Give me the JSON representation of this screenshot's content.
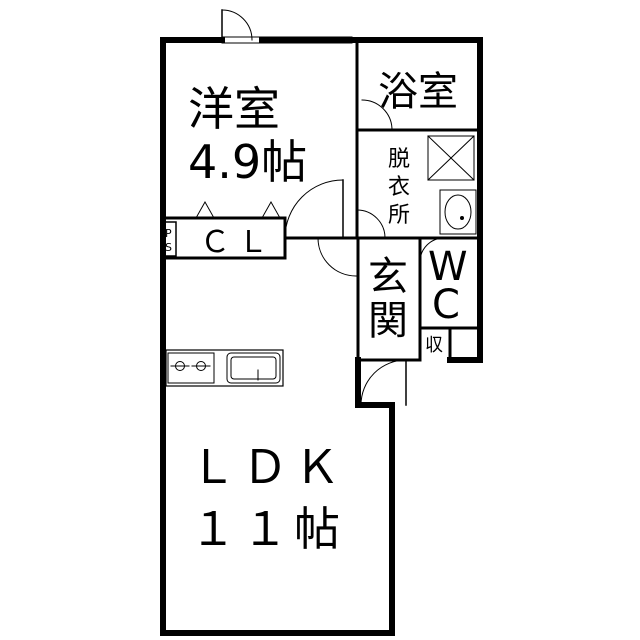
{
  "rooms": {
    "western_room": {
      "name": "洋室",
      "size": "4.9帖"
    },
    "bath": {
      "name": "浴室"
    },
    "dressing": {
      "line1": "脱",
      "line2": "衣",
      "line3": "所"
    },
    "entrance": {
      "line1": "玄",
      "line2": "関"
    },
    "wc": {
      "line1": "W",
      "line2": "C"
    },
    "storage": {
      "name": "収"
    },
    "closet": {
      "name": "ＣＬ"
    },
    "ps": {
      "line1": "P",
      "line2": "S"
    },
    "ldk": {
      "name": "ＬＤＫ",
      "size": "１１帖"
    }
  }
}
